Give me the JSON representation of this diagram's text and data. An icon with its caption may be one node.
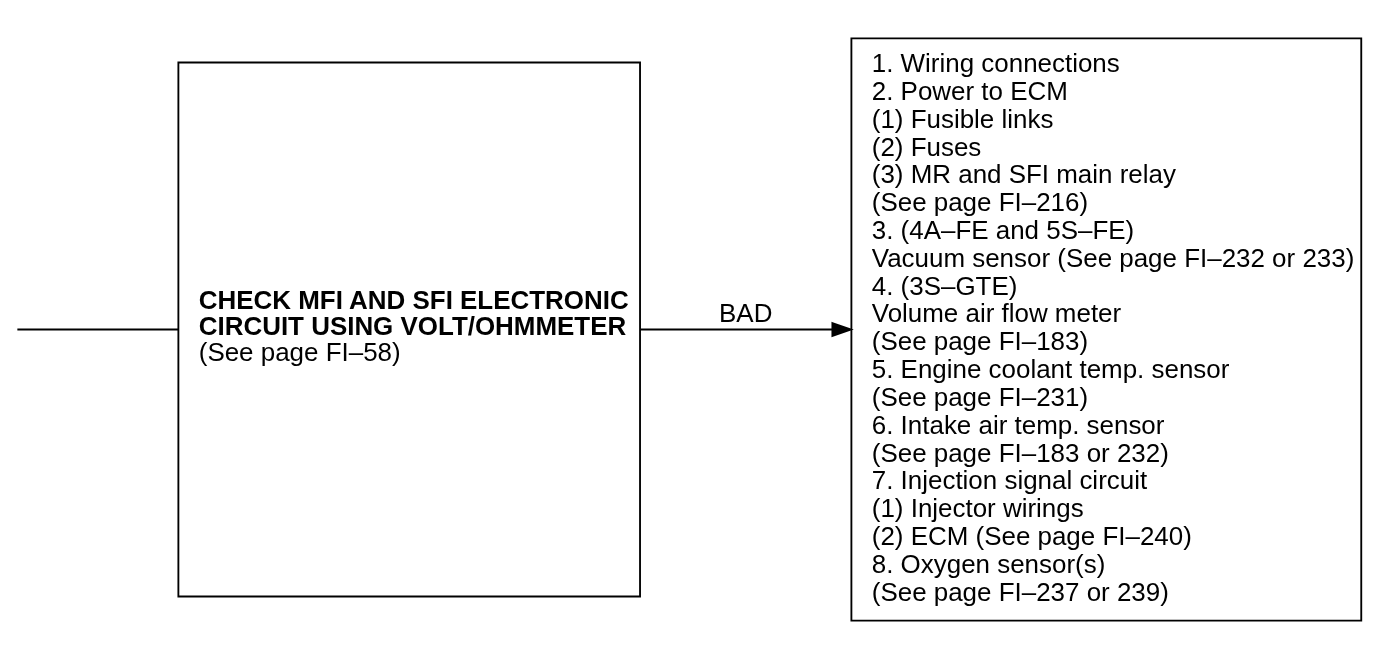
{
  "diagram": {
    "nodes": [
      {
        "text": [
          "CHECK MFI AND SFI ELECTRONIC CIRCUIT USING VOLT/OHMMETER",
          "(See page FI–58)"
        ]
      },
      {
        "text": [
          "1. Wiring connections",
          "2. Power to ECM",
          "(1) Fusible links",
          "(2) Fuses",
          "(3) MR and SFI main relay",
          "(See page FI–216)",
          "3. (4A–FE and 5S–FE)",
          "Vacuum sensor (See page FI–232 or 233)",
          "4. (3S–GTE)",
          "Volume air flow meter",
          "(See page FI–183)",
          "5. Engine coolant temp. sensor",
          "(See page FI–231)",
          "6. Intake air temp. sensor",
          "(See page FI–183 or 232)",
          "7. Injection signal circuit",
          "(1) Injector wirings",
          "(2) ECM (See page FI–240)",
          "8. Oxygen sensor(s)",
          "(See page FI–237 or 239)"
        ]
      }
    ],
    "edges": [
      {
        "from": null,
        "to": 0,
        "arrow": "none"
      },
      {
        "from": 0,
        "to": 1,
        "arrow": "to",
        "label": "BAD"
      }
    ]
  }
}
